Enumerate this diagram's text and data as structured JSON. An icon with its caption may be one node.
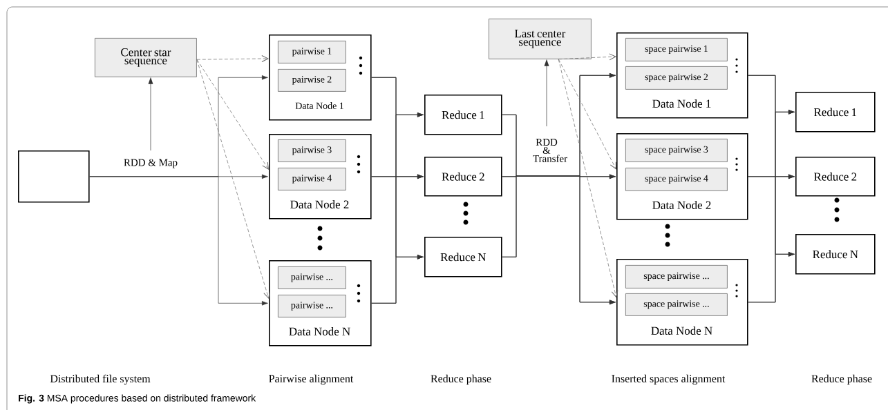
{
  "diagram": {
    "caption": "**Fig. 3** MSA procedures based on distributed framework",
    "nodes": [
      {
        "text": [],
        "shape": "box"
      },
      {
        "text": [
          "Center star sequence"
        ]
      },
      {
        "text": [
          "Data Node 1"
        ]
      },
      {
        "text": [
          "pairwise 1"
        ],
        "in": 2
      },
      {
        "text": [
          "pairwise 2"
        ],
        "in": 2
      },
      {
        "text": [
          "Data Node 2"
        ]
      },
      {
        "text": [
          "pairwise 3"
        ],
        "in": 5
      },
      {
        "text": [
          "pairwise 4"
        ],
        "in": 5
      },
      {
        "text": [
          "Data Node N"
        ]
      },
      {
        "text": [
          "pairwise ..."
        ],
        "in": 8
      },
      {
        "text": [
          "pairwise ..."
        ],
        "in": 8
      },
      {
        "text": [
          "Reduce 1"
        ]
      },
      {
        "text": [
          "Reduce 2"
        ]
      },
      {
        "text": [
          "Reduce N"
        ]
      },
      {
        "text": [
          "Last center sequence"
        ]
      },
      {
        "text": [
          "Data Node 1"
        ]
      },
      {
        "text": [
          "space pairwise 1"
        ],
        "in": 15
      },
      {
        "text": [
          "space pairwise 2"
        ],
        "in": 15
      },
      {
        "text": [
          "Data Node 2"
        ]
      },
      {
        "text": [
          "space pairwise 3"
        ],
        "in": 18
      },
      {
        "text": [
          "space pairwise 4"
        ],
        "in": 18
      },
      {
        "text": [
          "Data Node N"
        ]
      },
      {
        "text": [
          "space pairwise ..."
        ],
        "in": 21
      },
      {
        "text": [
          "space pairwise ..."
        ],
        "in": 21
      },
      {
        "text": [
          "Reduce 1"
        ]
      },
      {
        "text": [
          "Reduce 2"
        ]
      },
      {
        "text": [
          "Reduce N"
        ]
      }
    ],
    "edges": [
      {
        "from": 0,
        "to": 2,
        "arrow": "to"
      },
      {
        "from": 0,
        "to": 5,
        "arrow": "to",
        "label": "RDD & Map"
      },
      {
        "from": 0,
        "to": 8,
        "arrow": "to"
      },
      {
        "from": null,
        "to": 1,
        "arrow": "to"
      },
      {
        "from": 1,
        "to": 2,
        "arrow": "to",
        "style": "dashed"
      },
      {
        "from": 1,
        "to": 5,
        "arrow": "to",
        "style": "dashed"
      },
      {
        "from": 1,
        "to": 8,
        "arrow": "to",
        "style": "dashed"
      },
      {
        "from": 2,
        "to": 11,
        "arrow": "to"
      },
      {
        "from": 2,
        "to": 12,
        "arrow": "to"
      },
      {
        "from": 2,
        "to": 13,
        "arrow": "to"
      },
      {
        "from": 5,
        "to": 11,
        "arrow": "to"
      },
      {
        "from": 5,
        "to": 12,
        "arrow": "to"
      },
      {
        "from": 5,
        "to": 13,
        "arrow": "to"
      },
      {
        "from": 8,
        "to": 11,
        "arrow": "to"
      },
      {
        "from": 8,
        "to": 12,
        "arrow": "to"
      },
      {
        "from": 8,
        "to": 13,
        "arrow": "to"
      },
      {
        "from": 11,
        "to": 15,
        "arrow": "to"
      },
      {
        "from": 11,
        "to": 18,
        "arrow": "to"
      },
      {
        "from": 11,
        "to": 21,
        "arrow": "to"
      },
      {
        "from": 12,
        "to": 15,
        "arrow": "to"
      },
      {
        "from": 12,
        "to": 18,
        "arrow": "to",
        "label": "RDD & Transfer"
      },
      {
        "from": 12,
        "to": 21,
        "arrow": "to"
      },
      {
        "from": 13,
        "to": 15,
        "arrow": "to"
      },
      {
        "from": 13,
        "to": 18,
        "arrow": "to"
      },
      {
        "from": 13,
        "to": 21,
        "arrow": "to"
      },
      {
        "from": null,
        "to": 14,
        "arrow": "to"
      },
      {
        "from": 14,
        "to": 15,
        "arrow": "to",
        "style": "dashed"
      },
      {
        "from": 14,
        "to": 18,
        "arrow": "to",
        "style": "dashed"
      },
      {
        "from": 14,
        "to": 21,
        "arrow": "to",
        "style": "dashed"
      },
      {
        "from": 15,
        "to": 24,
        "arrow": "to"
      },
      {
        "from": 15,
        "to": 25,
        "arrow": "to"
      },
      {
        "from": 15,
        "to": 26,
        "arrow": "to"
      },
      {
        "from": 18,
        "to": 24,
        "arrow": "to"
      },
      {
        "from": 18,
        "to": 25,
        "arrow": "to"
      },
      {
        "from": 18,
        "to": 26,
        "arrow": "to"
      },
      {
        "from": 21,
        "to": 24,
        "arrow": "to"
      },
      {
        "from": 21,
        "to": 25,
        "arrow": "to"
      },
      {
        "from": 21,
        "to": 26,
        "arrow": "to"
      }
    ],
    "labels": [
      "Distributed file system",
      "Pairwise alignment",
      "Reduce phase",
      "Inserted spaces alignment",
      "Reduce phase"
    ]
  }
}
